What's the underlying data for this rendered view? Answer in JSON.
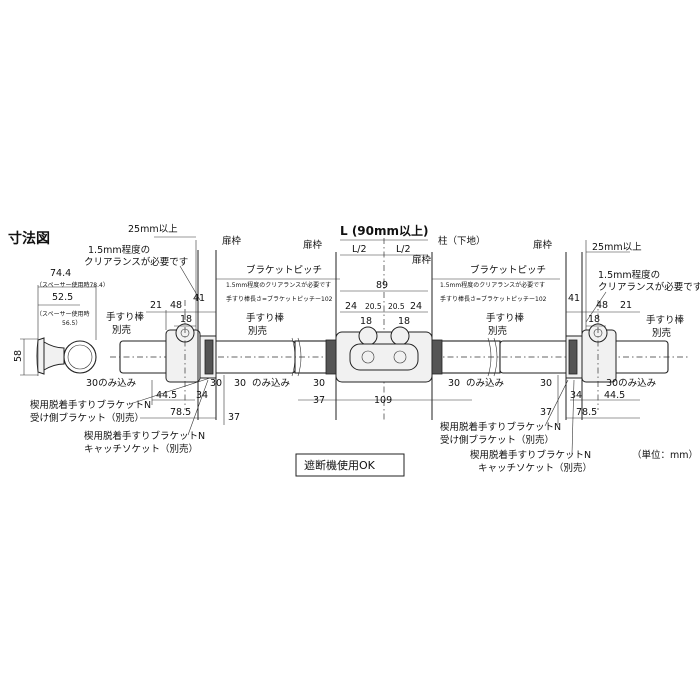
{
  "title": "寸法図",
  "unit": "（単位：mm）",
  "shutter_note": "遮断機使用OK",
  "center": {
    "l_label": "L (90mm以上)",
    "half_left": "L/2",
    "half_right": "L/2",
    "d89": "89",
    "d24a": "24",
    "d205a": "20.5",
    "d205b": "20.5",
    "d24b": "24",
    "d18a": "18",
    "d18b": "18",
    "d30": "30",
    "d37": "37",
    "d109": "109",
    "frame_left": "扉枠",
    "pillar": "柱（下地）",
    "frame_right": "扉枠"
  },
  "left": {
    "d744": "74.4",
    "spacer1": "（スペーサー使用時78.4）",
    "d525": "52.5",
    "spacer2": "（スペーサー使用時",
    "d565": "56.5）",
    "d58": "58",
    "d21": "21",
    "d48": "48",
    "d41": "41",
    "d18": "18",
    "clearance25": "25mm以上",
    "clearance_a": "1.5mm程度の",
    "clearance_b": "クリアランスが必要です",
    "frame": "扉枠",
    "rail": "手すり棒",
    "rail_sep": "別売",
    "depth": "30のみ込み",
    "d445": "44.5",
    "d34": "34",
    "d785": "78.5",
    "d30": "30",
    "d37": "37",
    "bracket_n": "楔用脱着手すりブラケットN",
    "receiver": "受け側ブラケット（別売）",
    "bracket_n2": "楔用脱着手すりブラケットN",
    "catch": "キャッチソケット（別売）"
  },
  "left_mid": {
    "pitch": "ブラケットピッチ",
    "note_a": "1.5mm程度のクリアランスが必要です",
    "note_b": "手すり棒長さ=ブラケットピッチー102",
    "rail": "手すり棒",
    "rail_sep": "別売",
    "depth": "30",
    "depth_label": "のみ込み"
  },
  "right_mid": {
    "pitch": "ブラケットピッチ",
    "note_a": "1.5mm程度のクリアランスが必要です",
    "note_b": "手すり棒長さ=ブラケットピッチー102",
    "rail": "手すり棒",
    "rail_sep": "別売",
    "depth": "30",
    "depth_label": "のみ込み"
  },
  "right": {
    "frame": "扉枠",
    "clearance25": "25mm以上",
    "clearance_a": "1.5mm程度の",
    "clearance_b": "クリアランスが必要です",
    "d41": "41",
    "d48": "48",
    "d21": "21",
    "d18": "18",
    "rail": "手すり棒",
    "rail_sep": "別売",
    "depth": "30のみ込み",
    "d30": "30",
    "d34": "34",
    "d445": "44.5",
    "d37": "37",
    "d785": "78.5",
    "bracket_n": "楔用脱着手すりブラケットN",
    "receiver": "受け側ブラケット（別売）",
    "bracket_n2": "楔用脱着手すりブラケットN",
    "catch": "キャッチソケット（別売）"
  }
}
